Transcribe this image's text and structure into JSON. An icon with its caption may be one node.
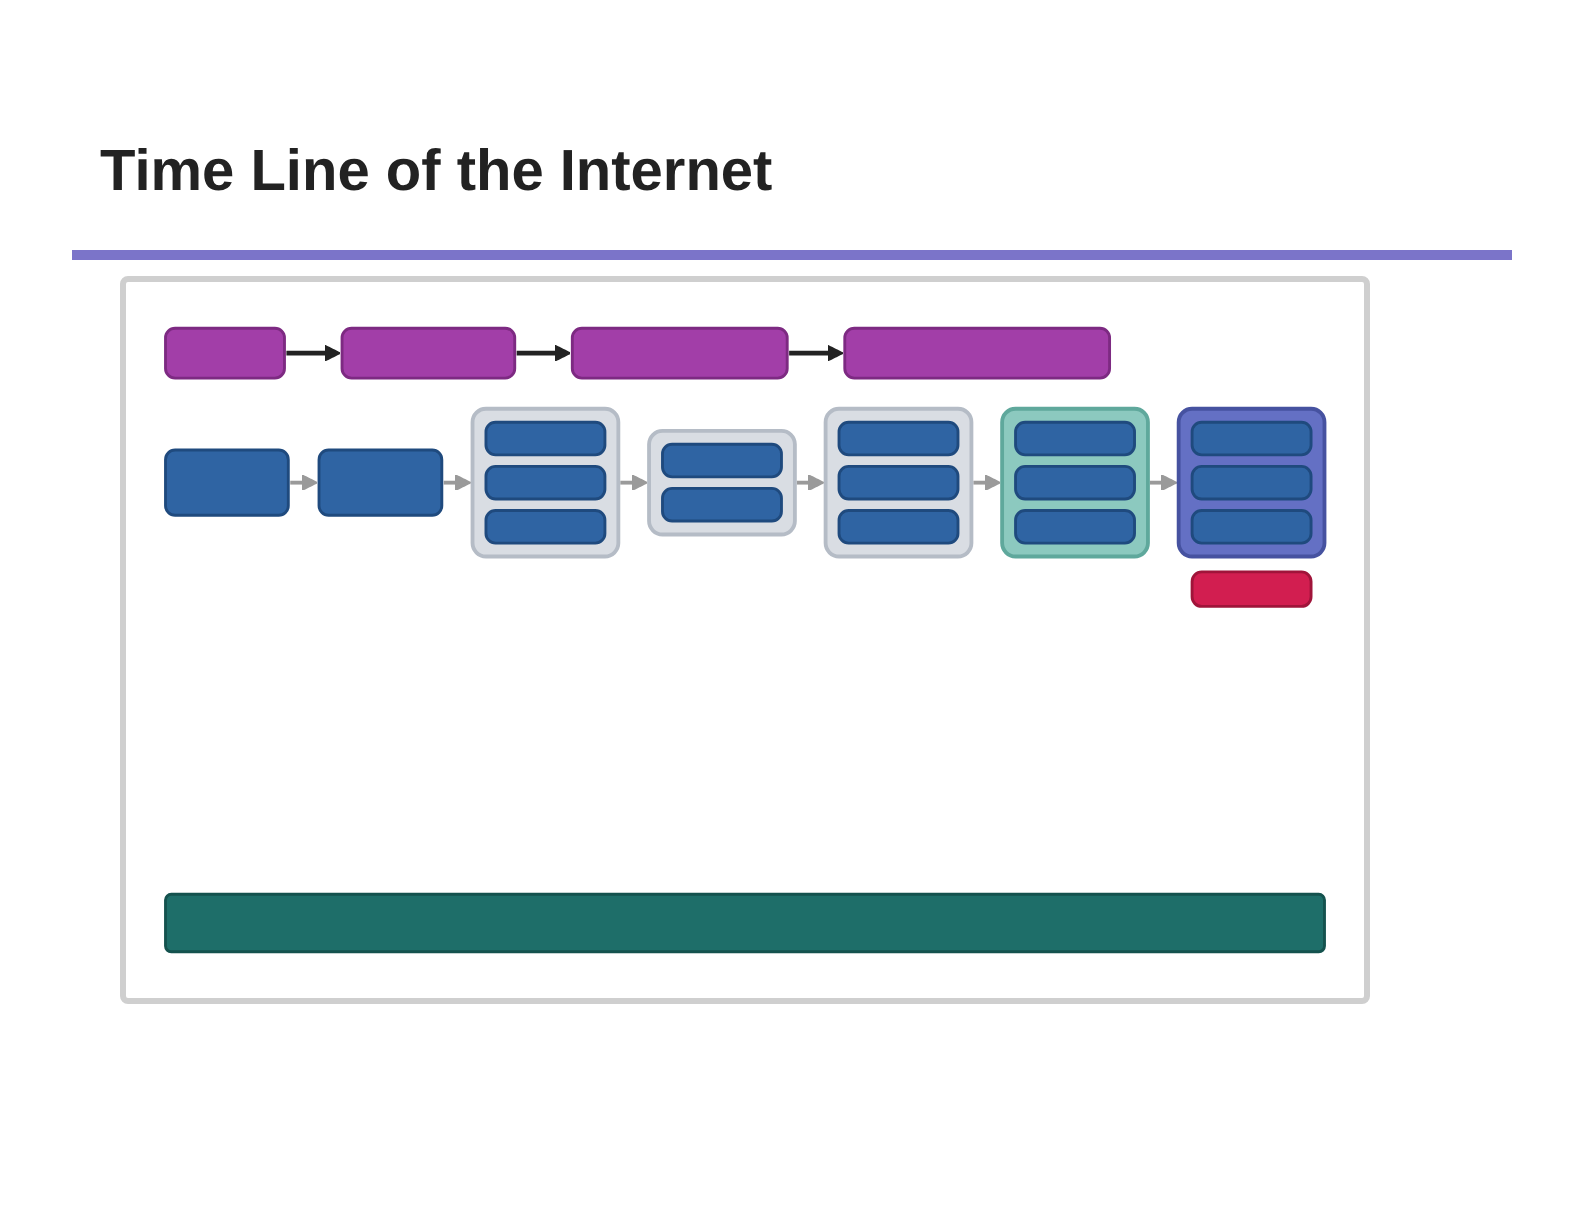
{
  "diagram": {
    "title": "Time Line of the Internet",
    "nodes": [
      {
        "text": [],
        "shape": "box"
      },
      {
        "text": [],
        "shape": "box"
      },
      {
        "text": [],
        "shape": "box"
      },
      {
        "text": [],
        "shape": "box"
      },
      {
        "text": [],
        "shape": "box"
      },
      {
        "text": [],
        "shape": "box"
      },
      {
        "text": [],
        "shape": "box"
      },
      {
        "text": [],
        "shape": "box",
        "in": 6
      },
      {
        "text": [],
        "shape": "box",
        "in": 6
      },
      {
        "text": [],
        "shape": "box",
        "in": 6
      },
      {
        "text": [],
        "shape": "box"
      },
      {
        "text": [],
        "shape": "box",
        "in": 10
      },
      {
        "text": [],
        "shape": "box",
        "in": 10
      },
      {
        "text": [],
        "shape": "box"
      },
      {
        "text": [],
        "shape": "box",
        "in": 13
      },
      {
        "text": [],
        "shape": "box",
        "in": 13
      },
      {
        "text": [],
        "shape": "box",
        "in": 13
      },
      {
        "text": [],
        "shape": "box"
      },
      {
        "text": [],
        "shape": "box",
        "in": 17
      },
      {
        "text": [],
        "shape": "box",
        "in": 17
      },
      {
        "text": [],
        "shape": "box",
        "in": 17
      },
      {
        "text": [],
        "shape": "box"
      },
      {
        "text": [],
        "shape": "box",
        "in": 21
      },
      {
        "text": [],
        "shape": "box",
        "in": 21
      },
      {
        "text": [],
        "shape": "box",
        "in": 21
      },
      {
        "text": [],
        "shape": "box"
      },
      {
        "text": [],
        "shape": "bar"
      }
    ],
    "edges": [
      {
        "from": 0,
        "to": 1,
        "arrow": "to",
        "color": "#222222"
      },
      {
        "from": 1,
        "to": 2,
        "arrow": "to",
        "color": "#222222"
      },
      {
        "from": 2,
        "to": 3,
        "arrow": "to",
        "color": "#222222"
      },
      {
        "from": 4,
        "to": 5,
        "arrow": "to"
      },
      {
        "from": 5,
        "to": 6,
        "arrow": "to"
      },
      {
        "from": 6,
        "to": 10,
        "arrow": "to"
      },
      {
        "from": 10,
        "to": 13,
        "arrow": "to"
      },
      {
        "from": 13,
        "to": 17,
        "arrow": "to"
      },
      {
        "from": 17,
        "to": 21,
        "arrow": "to"
      }
    ]
  }
}
